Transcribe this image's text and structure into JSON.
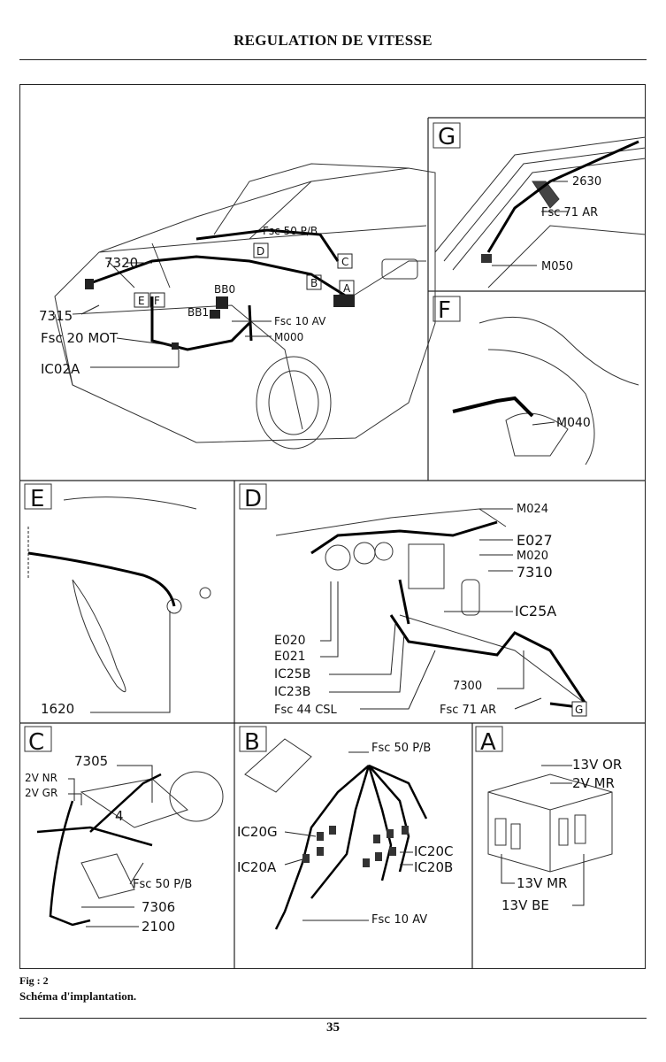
{
  "page": {
    "title": "REGULATION DE VITESSE",
    "fig_label": "Fig : 2",
    "caption": "Schéma d'implantation.",
    "page_number": "35"
  },
  "main": {
    "labels": [
      "7320",
      "7315",
      "Fsc 20 MOT",
      "IC02A",
      "E",
      "F",
      "BB0",
      "BB1",
      "Fsc 50 P/B",
      "D",
      "C",
      "B",
      "A",
      "Fsc 10 AV",
      "M000"
    ]
  },
  "panels": {
    "G": {
      "letter": "G",
      "labels": [
        "2630",
        "Fsc 71 AR",
        "M050"
      ]
    },
    "F": {
      "letter": "F",
      "labels": [
        "M040"
      ]
    },
    "E": {
      "letter": "E",
      "labels": [
        "1620"
      ]
    },
    "D": {
      "letter": "D",
      "labels": [
        "M024",
        "E027",
        "M020",
        "7310",
        "IC25A",
        "E020",
        "E021",
        "IC25B",
        "IC23B",
        "7300",
        "Fsc 44 CSL",
        "Fsc 71 AR",
        "G"
      ]
    },
    "C": {
      "letter": "C",
      "labels": [
        "7305",
        "2V NR",
        "2V GR",
        "4",
        "Fsc 50 P/B",
        "7306",
        "2100"
      ]
    },
    "B": {
      "letter": "B",
      "labels": [
        "Fsc 50 P/B",
        "IC20G",
        "IC20C",
        "IC20A",
        "IC20B",
        "Fsc 10 AV"
      ]
    },
    "A": {
      "letter": "A",
      "labels": [
        "13V OR",
        "2V MR",
        "13V MR",
        "13V BE"
      ]
    }
  }
}
